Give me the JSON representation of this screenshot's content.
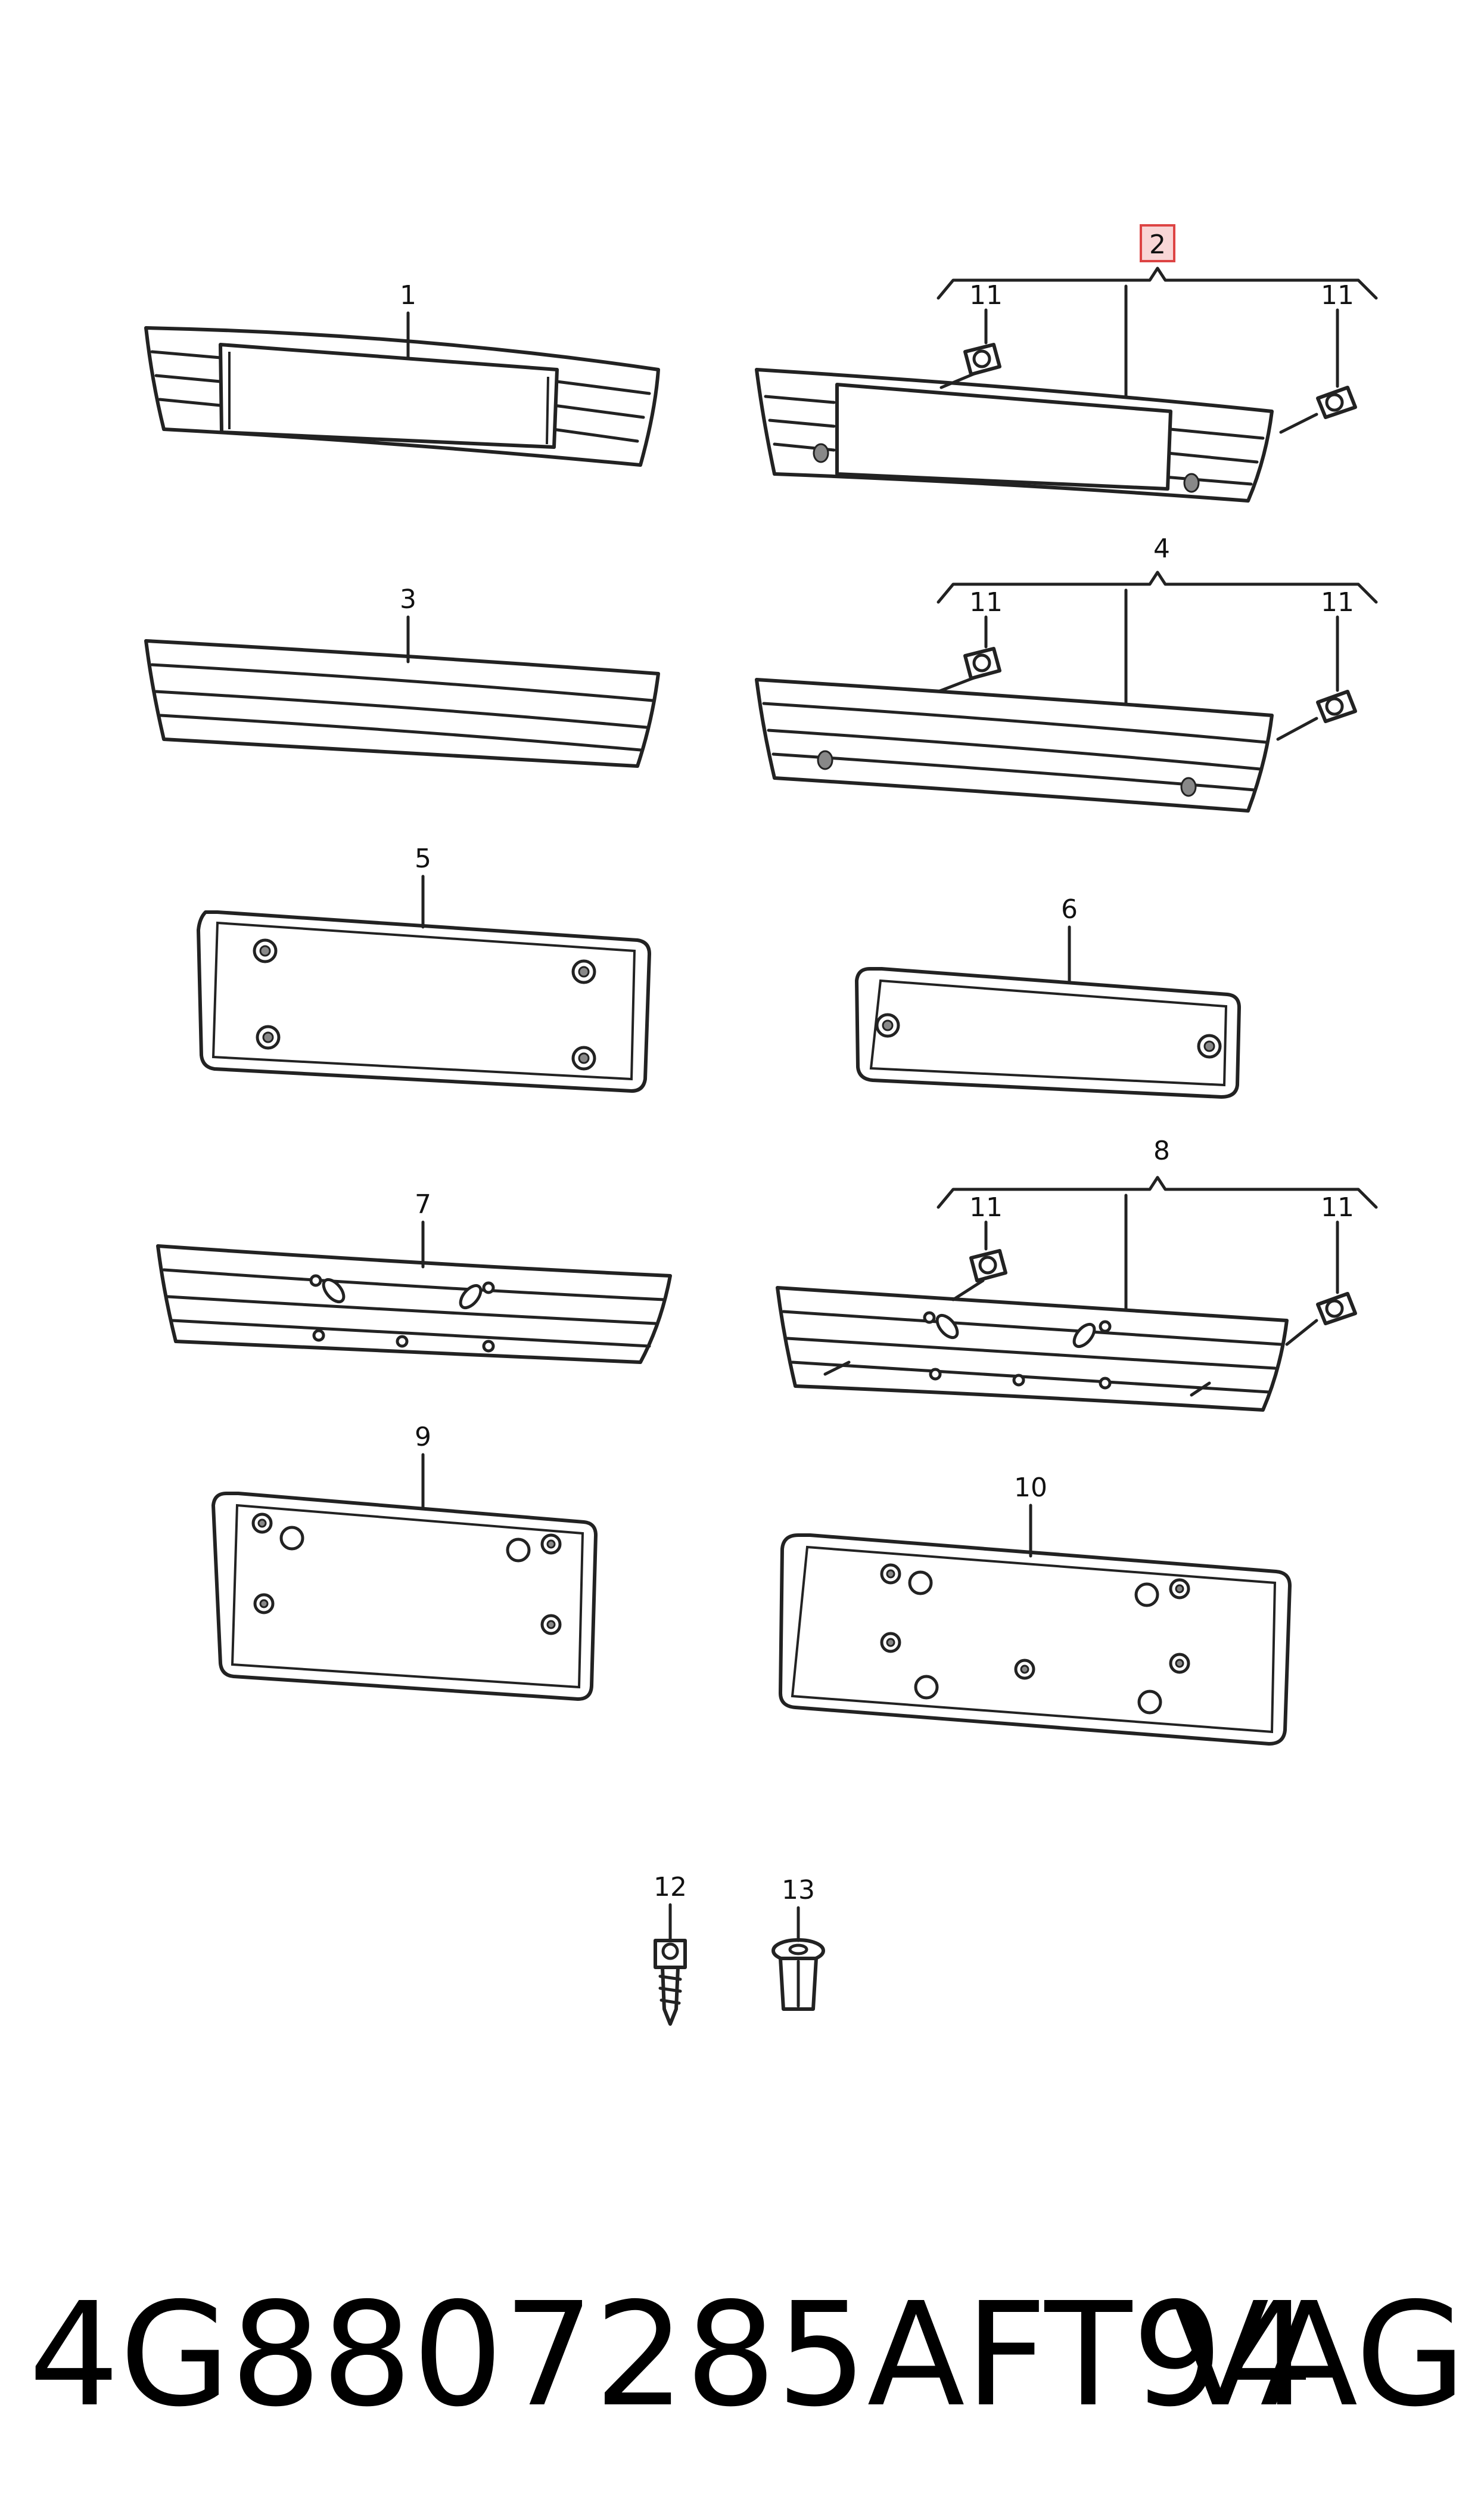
{
  "callouts": {
    "c1": "1",
    "c2": "2",
    "c3": "3",
    "c4": "4",
    "c5": "5",
    "c6": "6",
    "c7": "7",
    "c8": "8",
    "c9": "9",
    "c10": "10",
    "c11": "11",
    "c12": "12",
    "c13": "13"
  },
  "highlighted_callout": "2",
  "footer": {
    "part_number": "4G8807285AFT94",
    "brand": "VAG"
  },
  "colors": {
    "line": "#222222",
    "highlight_fill": "#f9d6d6",
    "highlight_stroke": "#dd4444"
  }
}
